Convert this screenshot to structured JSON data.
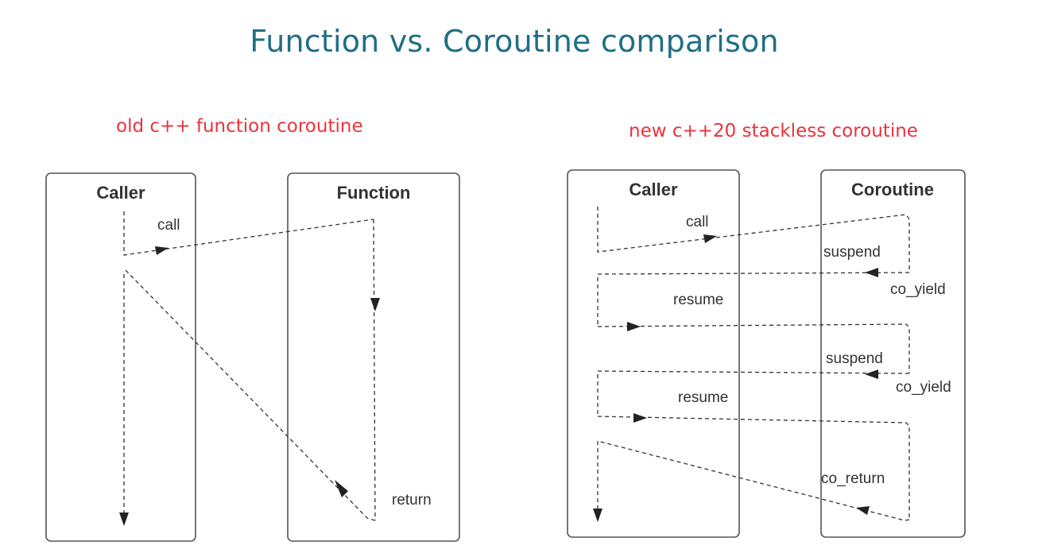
{
  "title": "Function vs. Coroutine comparison",
  "colors": {
    "title": "#1f6f86",
    "subtitle": "#e8343c",
    "box_stroke": "#555555",
    "flow_line": "#333333"
  },
  "left_diagram": {
    "subtitle": "old c++ function coroutine",
    "caller_title": "Caller",
    "callee_title": "Function",
    "labels": {
      "call": "call",
      "return": "return"
    }
  },
  "right_diagram": {
    "subtitle": "new c++20 stackless coroutine",
    "caller_title": "Caller",
    "callee_title": "Coroutine",
    "labels": {
      "call": "call",
      "suspend_1": "suspend",
      "co_yield_1": "co_yield",
      "resume_1": "resume",
      "suspend_2": "suspend",
      "co_yield_2": "co_yield",
      "resume_2": "resume",
      "co_return": "co_return"
    }
  }
}
